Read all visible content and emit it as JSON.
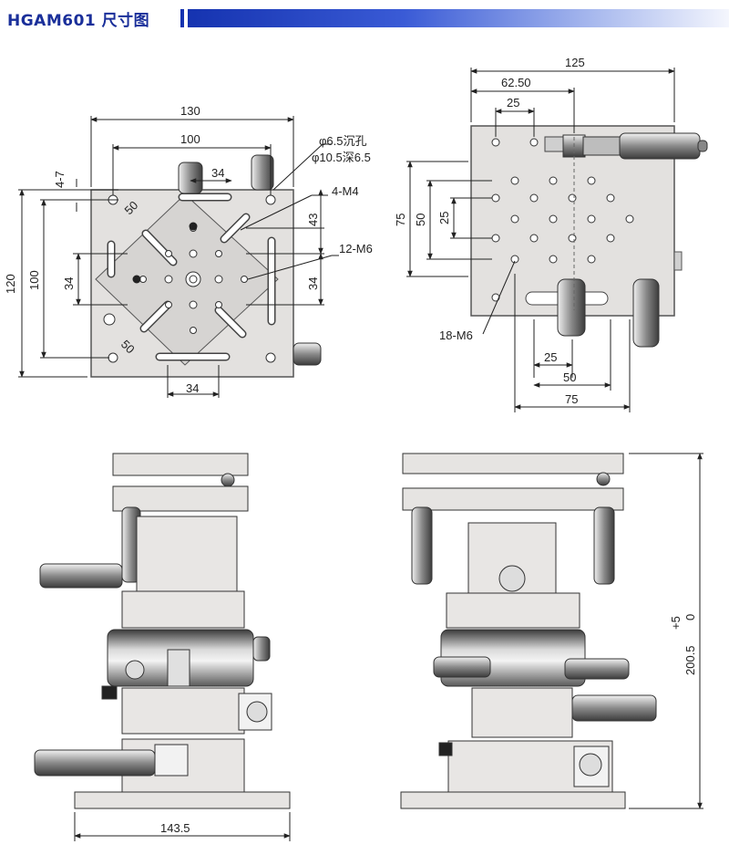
{
  "header": {
    "title": "HGAM601 尺寸图",
    "accent_color": "#1533b0"
  },
  "top_view": {
    "overall_width": "130",
    "hole_spacing_x": "100",
    "knob_offset": "34",
    "edge_offset": "4-7",
    "overall_height": "120",
    "hole_spacing_y": "100",
    "left_span": "34",
    "right_span_upper": "43",
    "right_span_lower": "34",
    "bottom_span": "34",
    "diag_upper": "50",
    "diag_lower": "50",
    "counterbore_1": "φ6.5沉孔",
    "counterbore_2": "φ10.5深6.5",
    "thread_label_1": "4-M4",
    "thread_label_2": "12-M6"
  },
  "table_view": {
    "overall_width": "125",
    "center_offset": "62.50",
    "pitch_top": "25",
    "overall_height": "75",
    "hole_span_y": "50",
    "pitch_y": "25",
    "thread_label": "18-M6",
    "bottom_pitch": "25",
    "bottom_span_50": "50",
    "bottom_span_75": "75"
  },
  "side_view": {
    "base_width": "143.5",
    "height_value": "200.5",
    "tol_upper": "+5",
    "tol_lower": "0"
  }
}
